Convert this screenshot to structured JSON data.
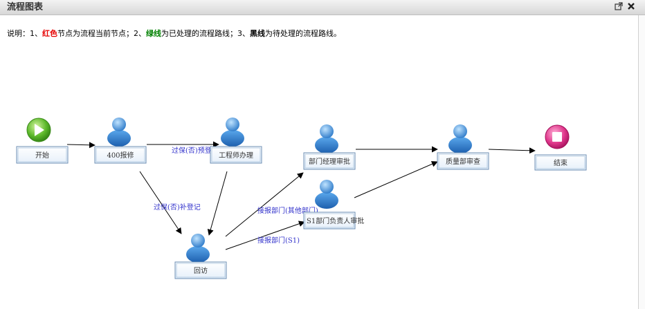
{
  "window": {
    "title": "流程图表",
    "popout_icon": "popout-icon",
    "close_icon": "close-icon"
  },
  "description": {
    "prefix": "说明：1、",
    "red_word": "红色",
    "part1": "节点为流程当前节点；2、",
    "green_word": "绿线",
    "part2": "为已处理的流程路线；3、",
    "black_word": "黑线",
    "part3": "为待处理的流程路线。",
    "colors": {
      "red": "#e60000",
      "green": "#008000",
      "black": "#000000"
    }
  },
  "nodes": {
    "start": {
      "label": "开始",
      "icon": "start-play-icon"
    },
    "repair400": {
      "label": "400报修",
      "icon": "user-icon"
    },
    "engineer": {
      "label": "工程师办理",
      "icon": "user-icon"
    },
    "revisit": {
      "label": "回访",
      "icon": "user-icon"
    },
    "dept_manager": {
      "label": "部门经理审批",
      "icon": "user-icon"
    },
    "s1_dept": {
      "label": "S1部门负责人审批",
      "icon": "user-icon"
    },
    "quality": {
      "label": "质量部审查",
      "icon": "user-icon"
    },
    "end": {
      "label": "结束",
      "icon": "end-stop-icon"
    }
  },
  "edges": {
    "to_engineer_label": "过保(否)预登记",
    "to_revisit_label": "过保(否)补登记",
    "to_dept_other_label": "接报部门(其他部门)",
    "to_s1_label": "接报部门(S1)"
  }
}
